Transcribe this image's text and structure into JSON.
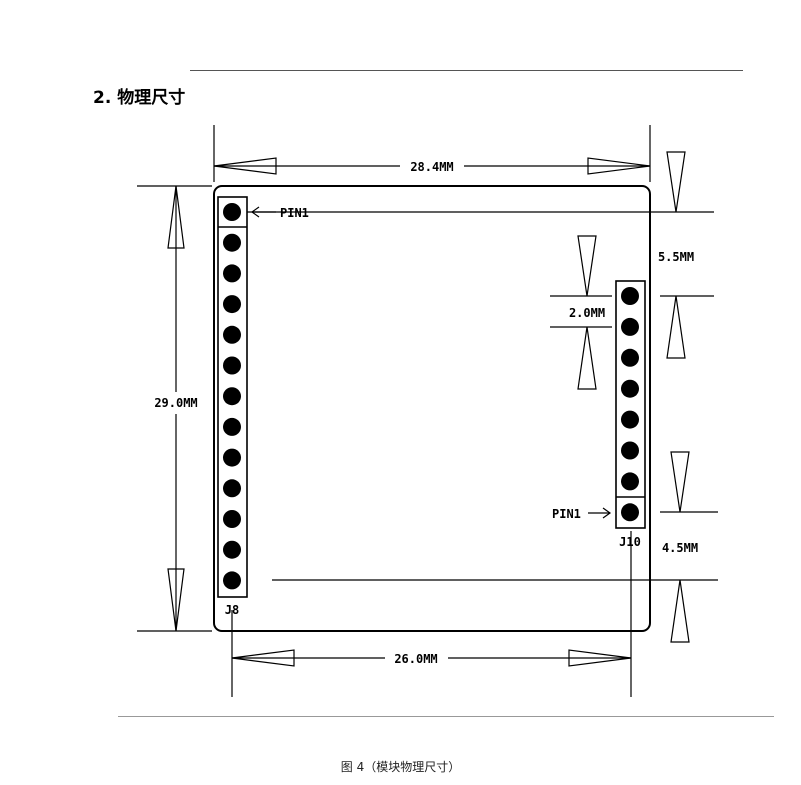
{
  "section": {
    "number": "2.",
    "title": "物理尺寸"
  },
  "diagram": {
    "dim_width": "28.4MM",
    "dim_height": "29.0MM",
    "dim_pin_span": "26.0MM",
    "dim_top_offset": "5.5MM",
    "dim_pitch": "2.0MM",
    "dim_bottom_offset": "4.5MM",
    "pin1_left_label": "PIN1",
    "pin1_right_label": "PIN1",
    "connector_left": "J8",
    "connector_right": "J10",
    "left_pin_count": 13,
    "right_pin_count": 8
  },
  "caption": "图 4（模块物理尺寸）"
}
